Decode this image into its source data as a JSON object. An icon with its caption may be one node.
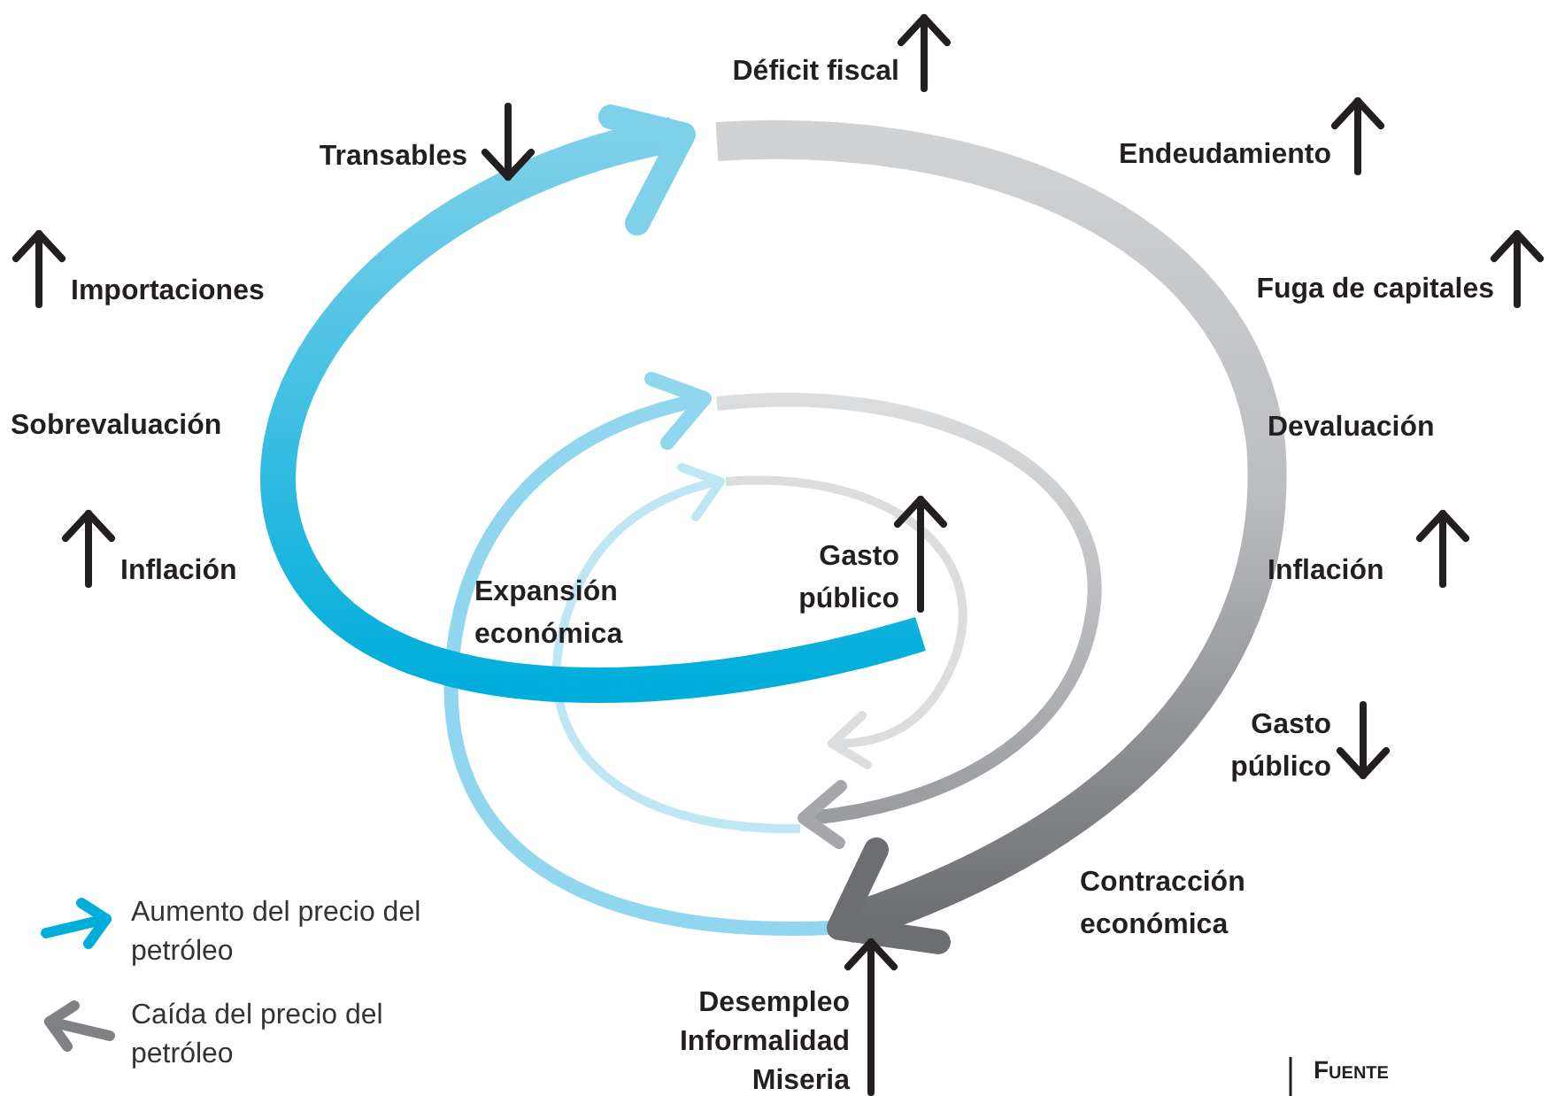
{
  "diagram": {
    "labels": [
      "Déficit fiscal",
      "Transables",
      "Endeudamiento",
      "Importaciones",
      "Fuga de capitales",
      "Sobrevaluación",
      "Devaluación",
      "Inflación",
      "Gasto público",
      "Inflación",
      "Expansión económica",
      "Gasto público",
      "Contracción económica",
      "Desempleo",
      "Informalidad",
      "Miseria",
      "Fuente"
    ],
    "legend": [
      {
        "text": "Aumento del precio del petróleo"
      },
      {
        "text": "Caída del precio del petróleo"
      }
    ]
  }
}
